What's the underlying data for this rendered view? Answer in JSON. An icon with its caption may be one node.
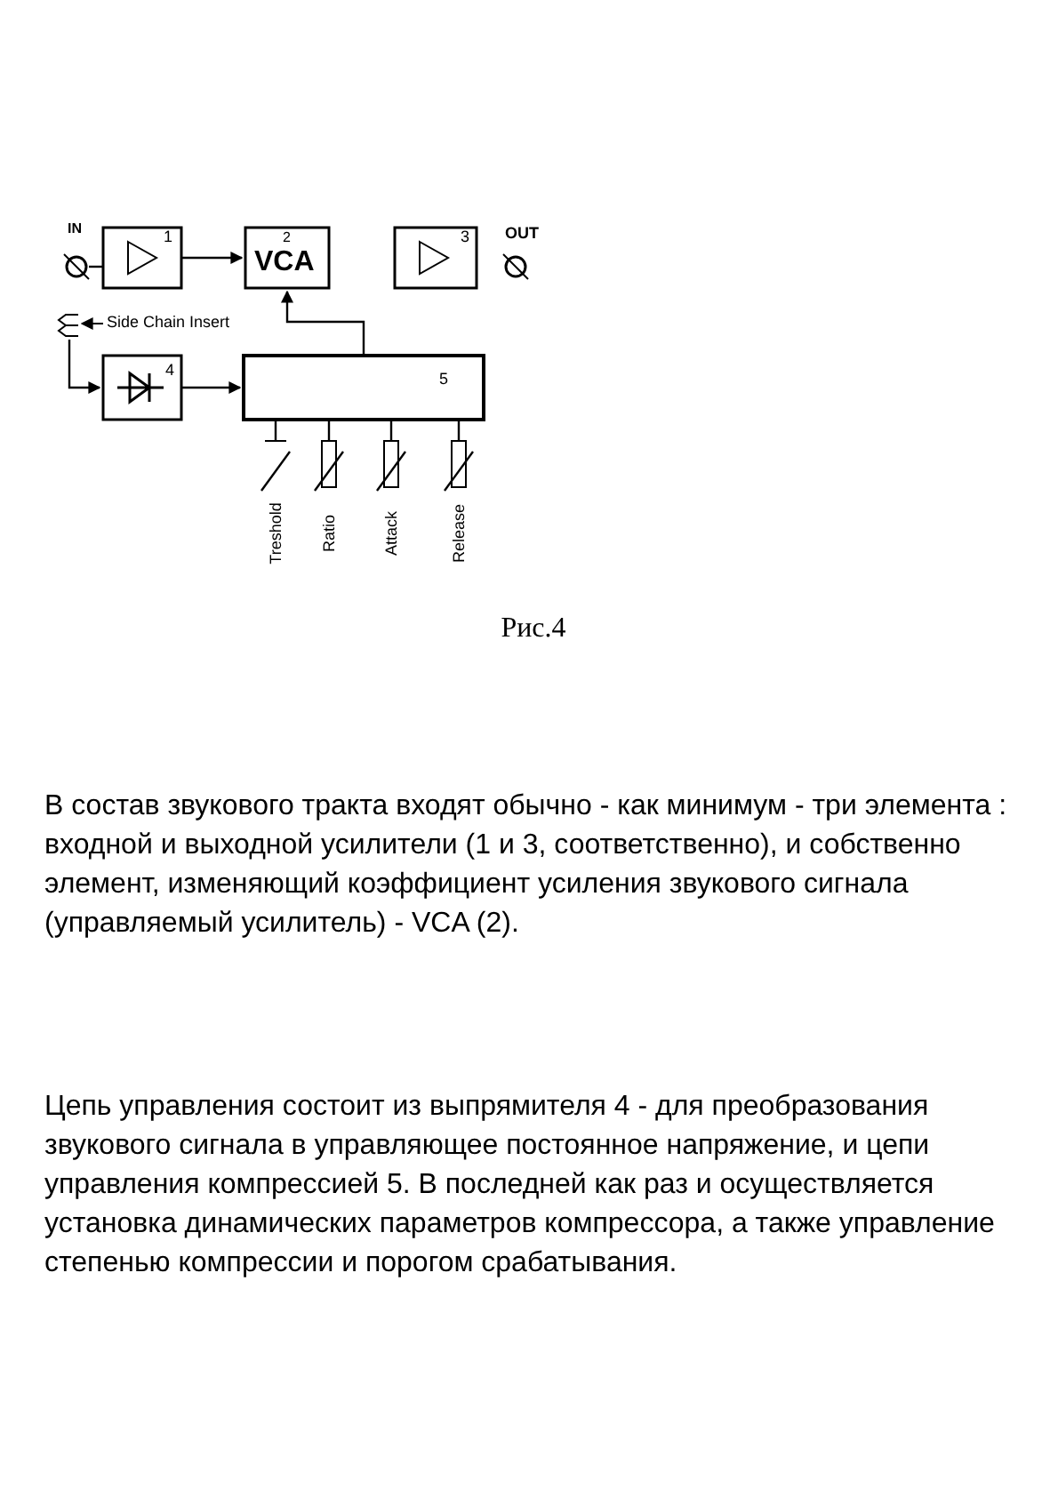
{
  "diagram": {
    "nodes": [
      {
        "text": [
          "1"
        ]
      },
      {
        "text": [
          "2",
          "VCA"
        ]
      },
      {
        "text": [
          "3"
        ]
      },
      {
        "text": [
          "IN"
        ]
      },
      {
        "text": [
          "OUT"
        ]
      },
      {
        "text": [
          "Side Chain Insert"
        ]
      },
      {
        "text": [
          "4"
        ]
      },
      {
        "text": [
          "5"
        ]
      },
      {
        "text": [
          "Treshold"
        ]
      },
      {
        "text": [
          "Ratio"
        ]
      },
      {
        "text": [
          "Attack"
        ]
      },
      {
        "text": [
          "Release"
        ]
      }
    ],
    "edges": [
      {
        "from": 3,
        "to": 0,
        "arrow": "none"
      },
      {
        "from": 0,
        "to": 1,
        "arrow": "to"
      },
      {
        "from": 5,
        "to": 6,
        "arrow": "to"
      },
      {
        "from": 6,
        "to": 7,
        "arrow": "to"
      },
      {
        "from": 7,
        "to": 1,
        "arrow": "to"
      },
      {
        "from": 7,
        "to": 8,
        "arrow": "none"
      },
      {
        "from": 7,
        "to": 9,
        "arrow": "none"
      },
      {
        "from": 7,
        "to": 10,
        "arrow": "none"
      },
      {
        "from": 7,
        "to": 11,
        "arrow": "none"
      }
    ],
    "labels": [
      "Рис.4",
      "В состав звукового тракта входят обычно - как минимум - три элемента : входной и выходной усилители (1 и 3, соответственно), и собственно элемент, изменяющий коэффициент усиления звукового сигнала (управляемый усилитель) - VCA (2).",
      "Цепь управления состоит из выпрямителя 4 - для преобразования звукового сигнала в управляющее постоянное напряжение, и цепи управления компрессией 5. В последней как раз и осуществляется установка динамических параметров компрессора, а также управление степенью компрессии и порогом срабатывания."
    ]
  }
}
